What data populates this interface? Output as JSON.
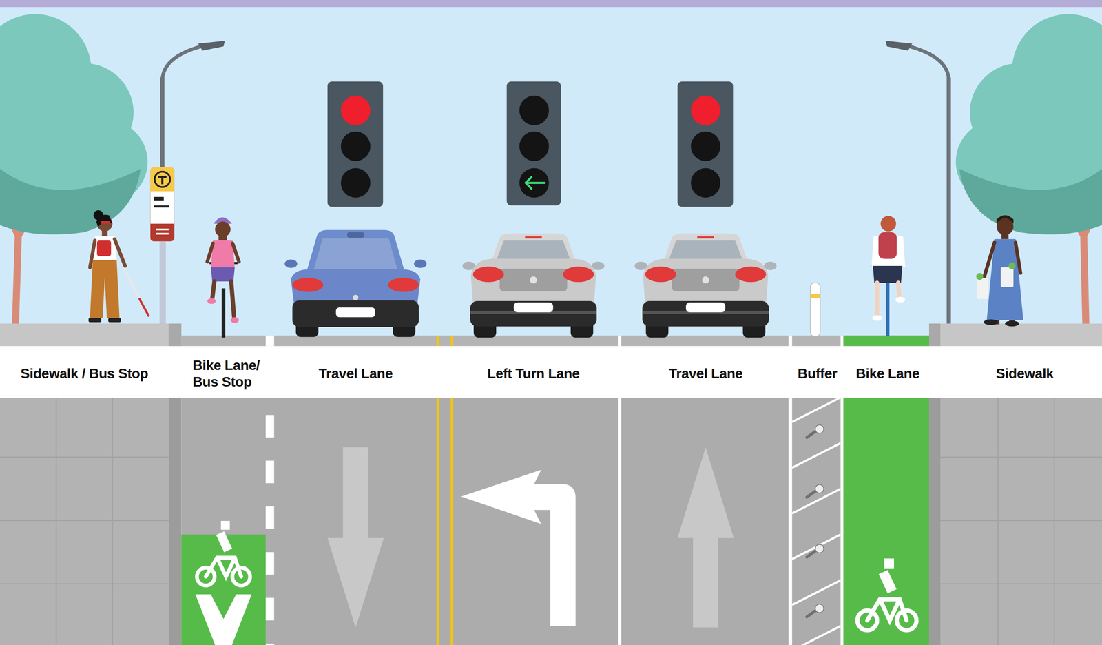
{
  "diagram": {
    "labels": [
      "Sidewalk / Bus Stop",
      "Bike Lane/ Bus Stop",
      "Travel Lane",
      "Left Turn Lane",
      "Travel Lane",
      "Buffer",
      "Bike Lane",
      "Sidewalk"
    ]
  }
}
